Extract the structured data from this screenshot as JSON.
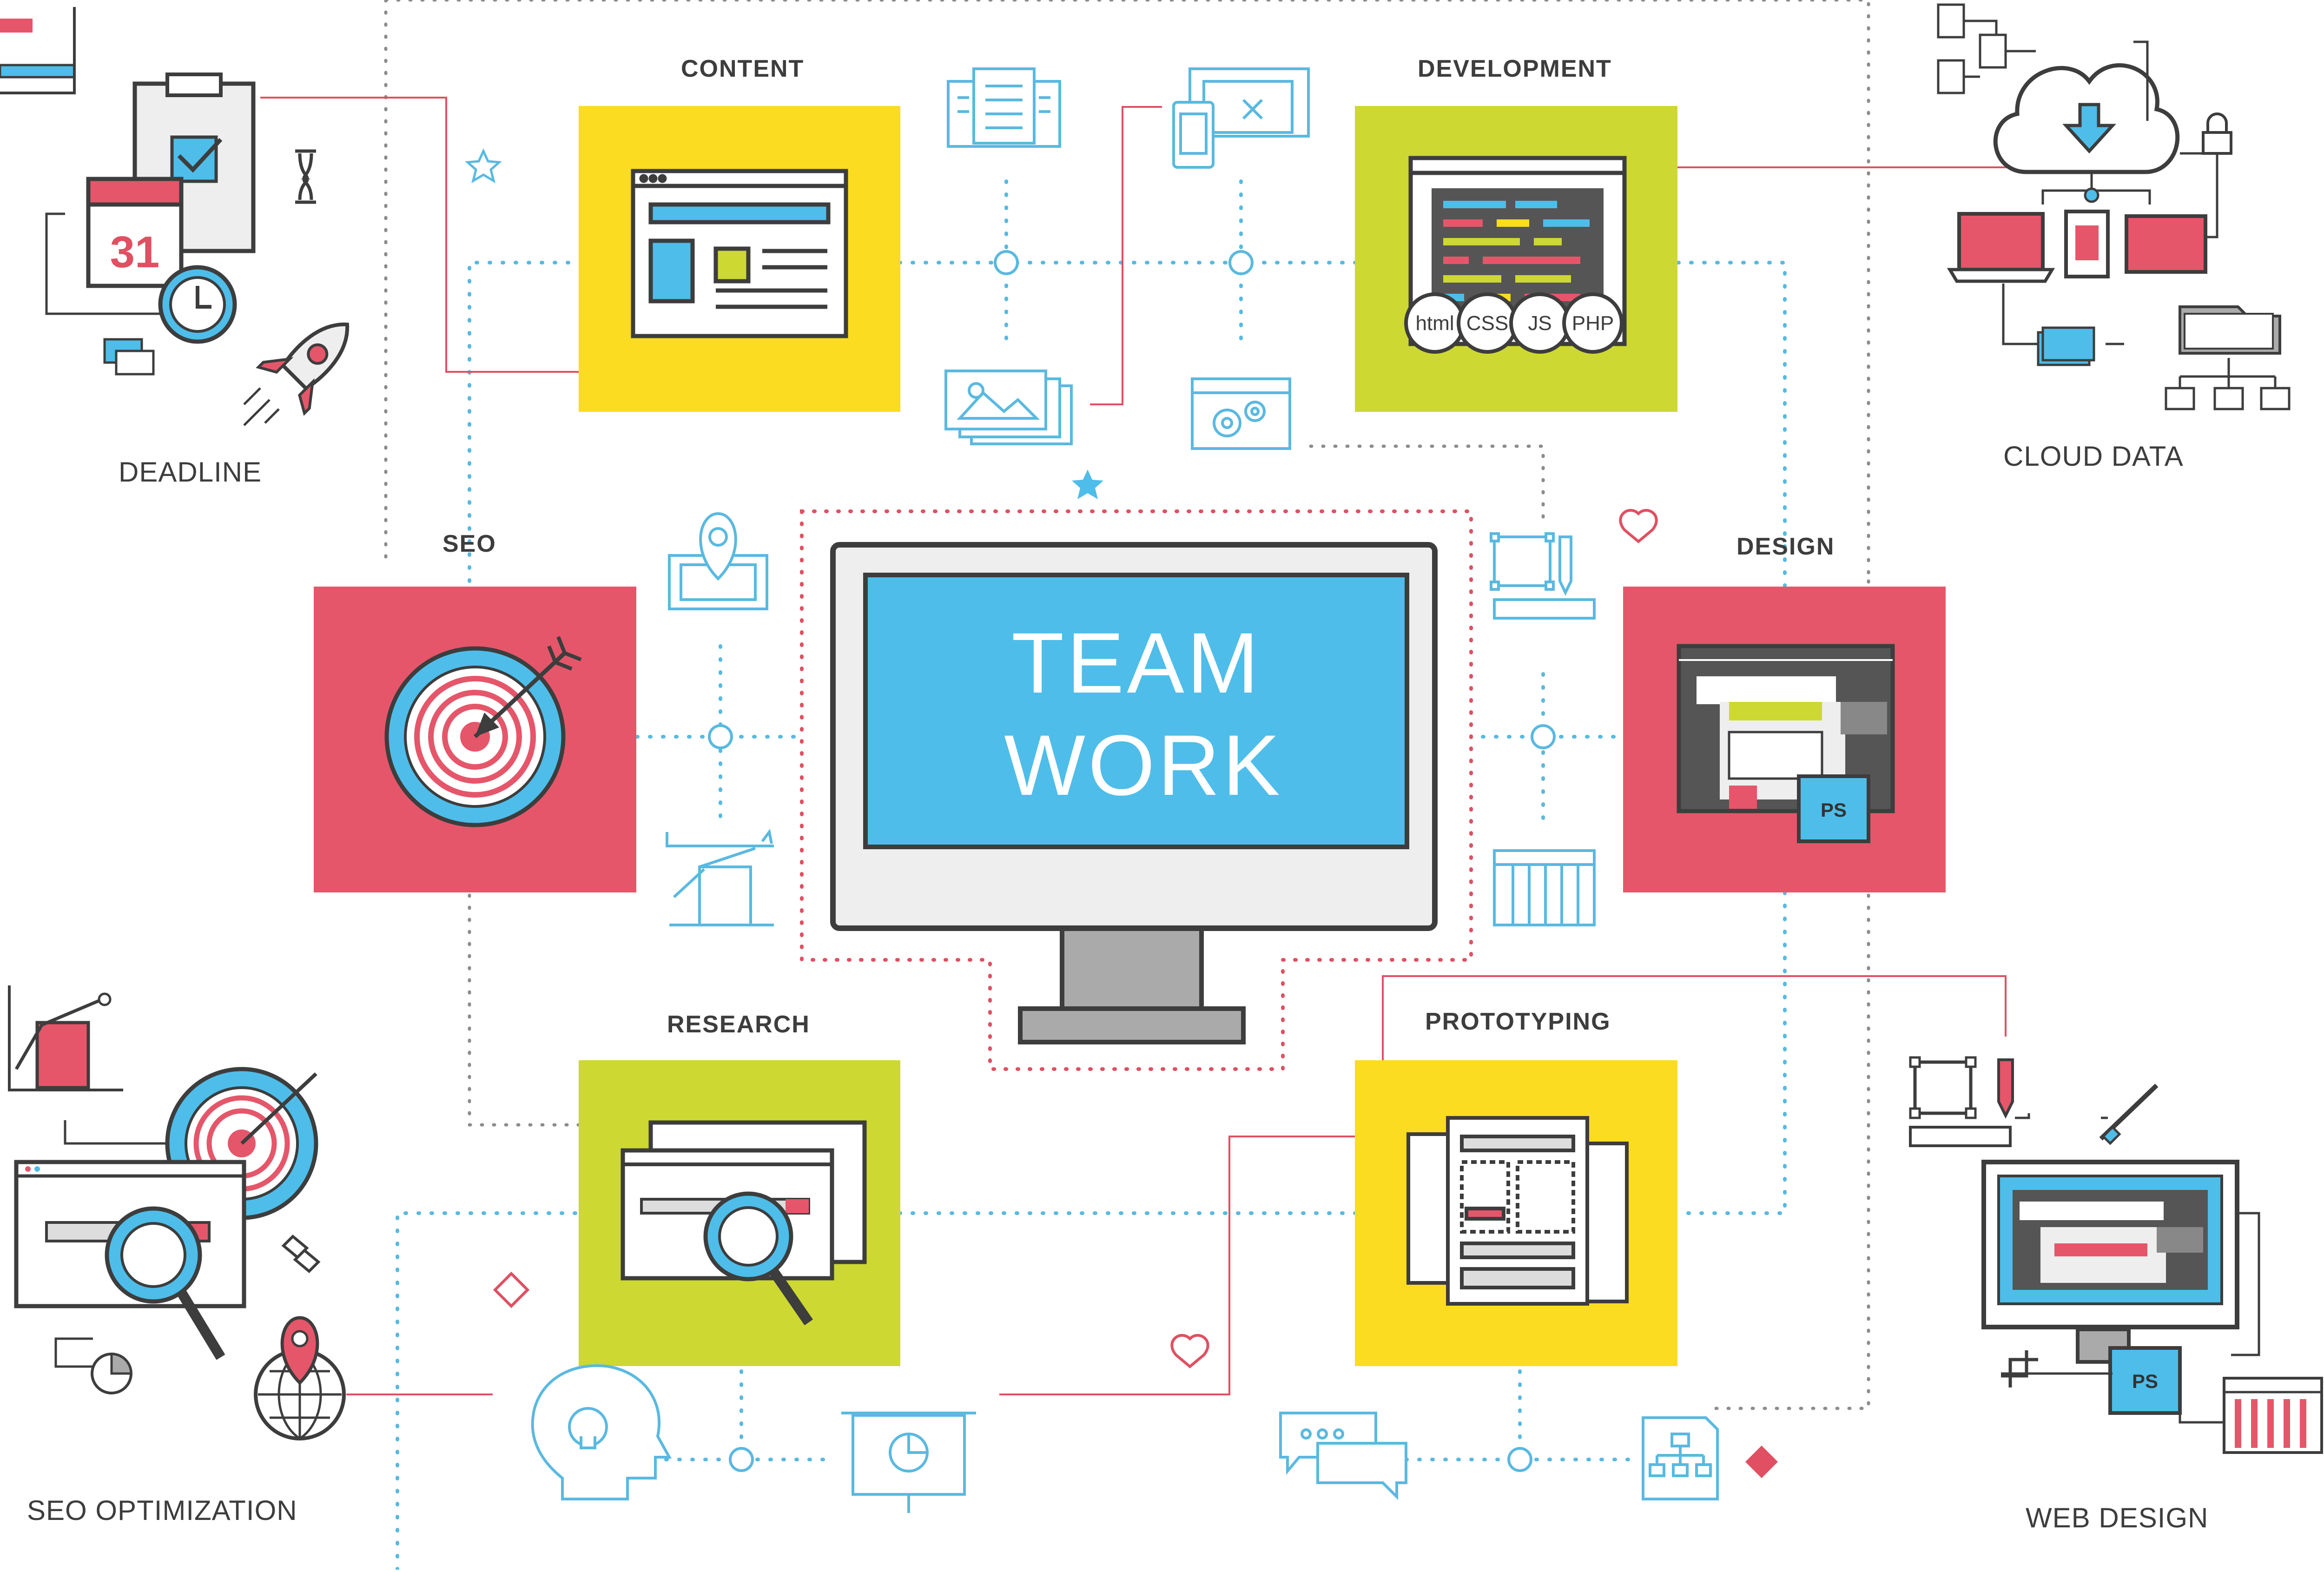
{
  "hub": {
    "line1": "TEAM",
    "line2": "WORK"
  },
  "sections": {
    "content": "CONTENT",
    "development": "DEVELOPMENT",
    "seo": "SEO",
    "design": "DESIGN",
    "research": "RESEARCH",
    "prototyping": "PROTOTYPING"
  },
  "corners": {
    "deadline": "DEADLINE",
    "cloud_data": "CLOUD DATA",
    "seo_optimization": "SEO OPTIMIZATION",
    "web_design": "WEB DESIGN"
  },
  "code_badges": [
    "html",
    "CSS",
    "JS",
    "PHP"
  ],
  "ps_badge": "PS",
  "calendar_day": "31",
  "colors": {
    "yellow": "#fbdc20",
    "lime": "#cdd832",
    "pink": "#e5566a",
    "blue": "#4ebde9",
    "outline": "#3d3d3d",
    "dots_blue": "#5ab9e0",
    "dots_red": "#e05062",
    "dots_gray": "#8c8c8c"
  }
}
